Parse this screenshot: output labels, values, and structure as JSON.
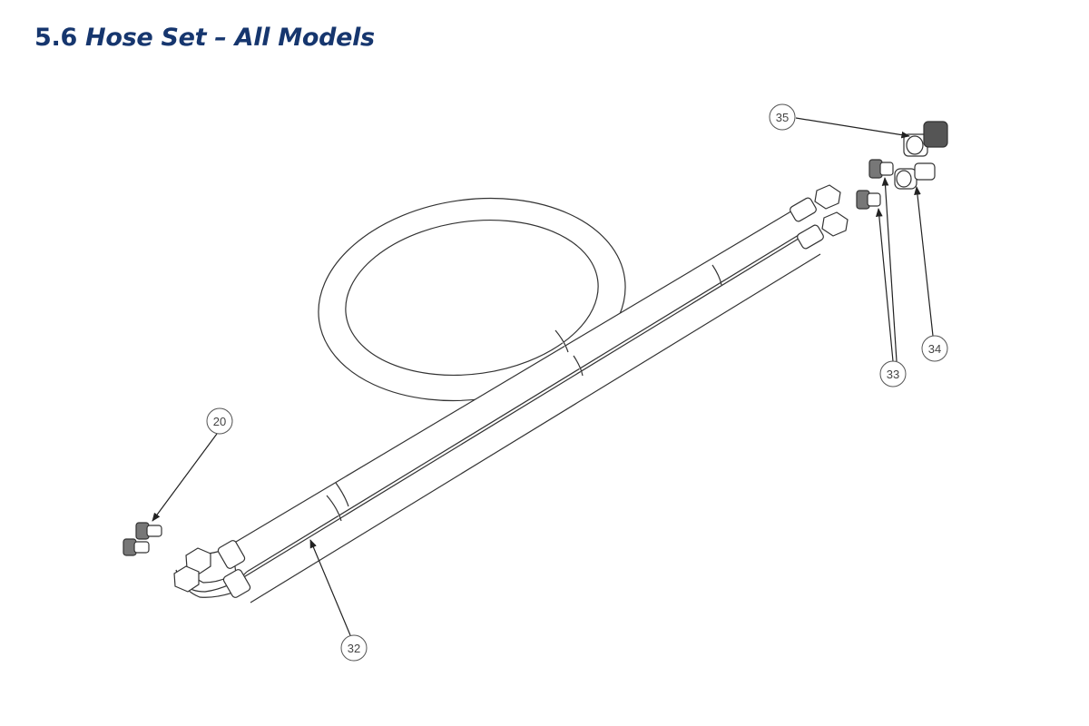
{
  "heading": {
    "number": "5.6",
    "title": "Hose Set – All Models",
    "color": "#16366e"
  },
  "callouts": [
    {
      "id": "c20",
      "label": "20"
    },
    {
      "id": "c32",
      "label": "32"
    },
    {
      "id": "c33",
      "label": "33"
    },
    {
      "id": "c34",
      "label": "34"
    },
    {
      "id": "c35",
      "label": "35"
    }
  ],
  "colors": {
    "line": "#333333",
    "fill": "#ffffff",
    "fitting": "#8a8a8a"
  }
}
